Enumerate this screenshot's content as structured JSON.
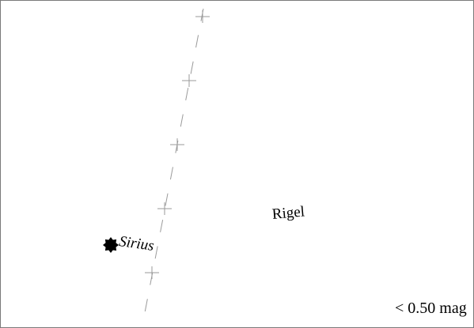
{
  "map": {
    "stars": [
      {
        "name": "Sirius",
        "label": "Sirius",
        "marker": "star-burst-icon",
        "label_style": "italic"
      },
      {
        "name": "Rigel",
        "label": "Rigel",
        "marker": "none",
        "label_style": "normal"
      }
    ],
    "magnitude_limit_label": "< 0.50 mag",
    "grid_line": {
      "style": "dashed",
      "tick_marks": "cross",
      "color": "#9a9a9a"
    },
    "colors": {
      "background": "#ffffff",
      "border": "#7a7a7a",
      "text": "#000000"
    }
  }
}
